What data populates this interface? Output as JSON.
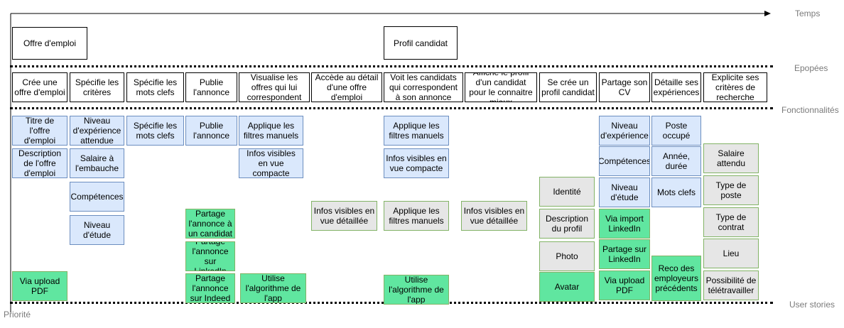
{
  "lanes": {
    "temps": "Temps",
    "epopees": "Epopées",
    "fonctionnalites": "Fonctionnalités",
    "user_stories": "User stories",
    "priorite": "Priorité"
  },
  "activities": {
    "offre": "Offre d'emploi",
    "profil": "Profil candidat"
  },
  "epics": [
    "Crée une offre d'emploi",
    "Spécifie les critères",
    "Spécifie les mots clefs",
    "Publie l'annonce",
    "Visualise les offres qui lui correspondent",
    "Accède au détail d'une offre d'emploi",
    "Voit les candidats qui correspondent à son annonce",
    "Affiche le profil d'un candidat pour le connaitre mieux",
    "Se crée un profil candidat",
    "Partage son CV",
    "Détaille ses expériences",
    "Explicite ses critères de recherche"
  ],
  "stories": {
    "titre_offre": "Titre de l'offre d'emploi",
    "description_offre": "Description de l'offre d'emploi",
    "upload_pdf_1": "Via upload PDF",
    "niveau_experience_1": "Niveau d'expérience attendue",
    "salaire_embauche": "Salaire à l'embauche",
    "competences_1": "Compétences",
    "niveau_etude_1": "Niveau d'étude",
    "specifie_mots_clefs": "Spécifie les mots clefs",
    "publie_annonce": "Publie l'annonce",
    "partage_candidat": "Partage l'annonce à un candidat",
    "partage_linkedin_1": "Partage l'annonce sur LinkedIn",
    "partage_indeed": "Partage l'annonce sur Indeed",
    "filtres_manuels_1": "Applique les filtres manuels",
    "infos_compacte_1": "Infos visibles en vue compacte",
    "algorithme_1": "Utilise l'algorithme de l'app",
    "infos_detaillee_1": "Infos visibles en vue détaillée",
    "filtres_manuels_2": "Applique les filtres manuels",
    "infos_compacte_2": "Infos visibles en vue compacte",
    "filtres_manuels_3": "Applique les filtres manuels",
    "algorithme_2": "Utilise l'algorithme de l'app",
    "infos_detaillee_2": "Infos visibles en vue détaillée",
    "identite": "Identité",
    "description_profil": "Description du profil",
    "photo": "Photo",
    "avatar": "Avatar",
    "niveau_experience_2": "Niveau d'expérience",
    "competences_2": "Compétences",
    "niveau_etude_2": "Niveau d'étude",
    "import_linkedin": "Via import LinkedIn",
    "partage_linkedin_2": "Partage sur LinkedIn",
    "upload_pdf_2": "Via upload PDF",
    "poste_occupe": "Poste occupé",
    "annee_duree": "Année, durée",
    "mots_clefs": "Mots clefs",
    "reco_employeurs": "Reco des employeurs précédents",
    "salaire_attendu": "Salaire attendu",
    "type_poste": "Type de poste",
    "type_contrat": "Type de contrat",
    "lieu": "Lieu",
    "teletravail": "Possibilité de télétravailler"
  }
}
